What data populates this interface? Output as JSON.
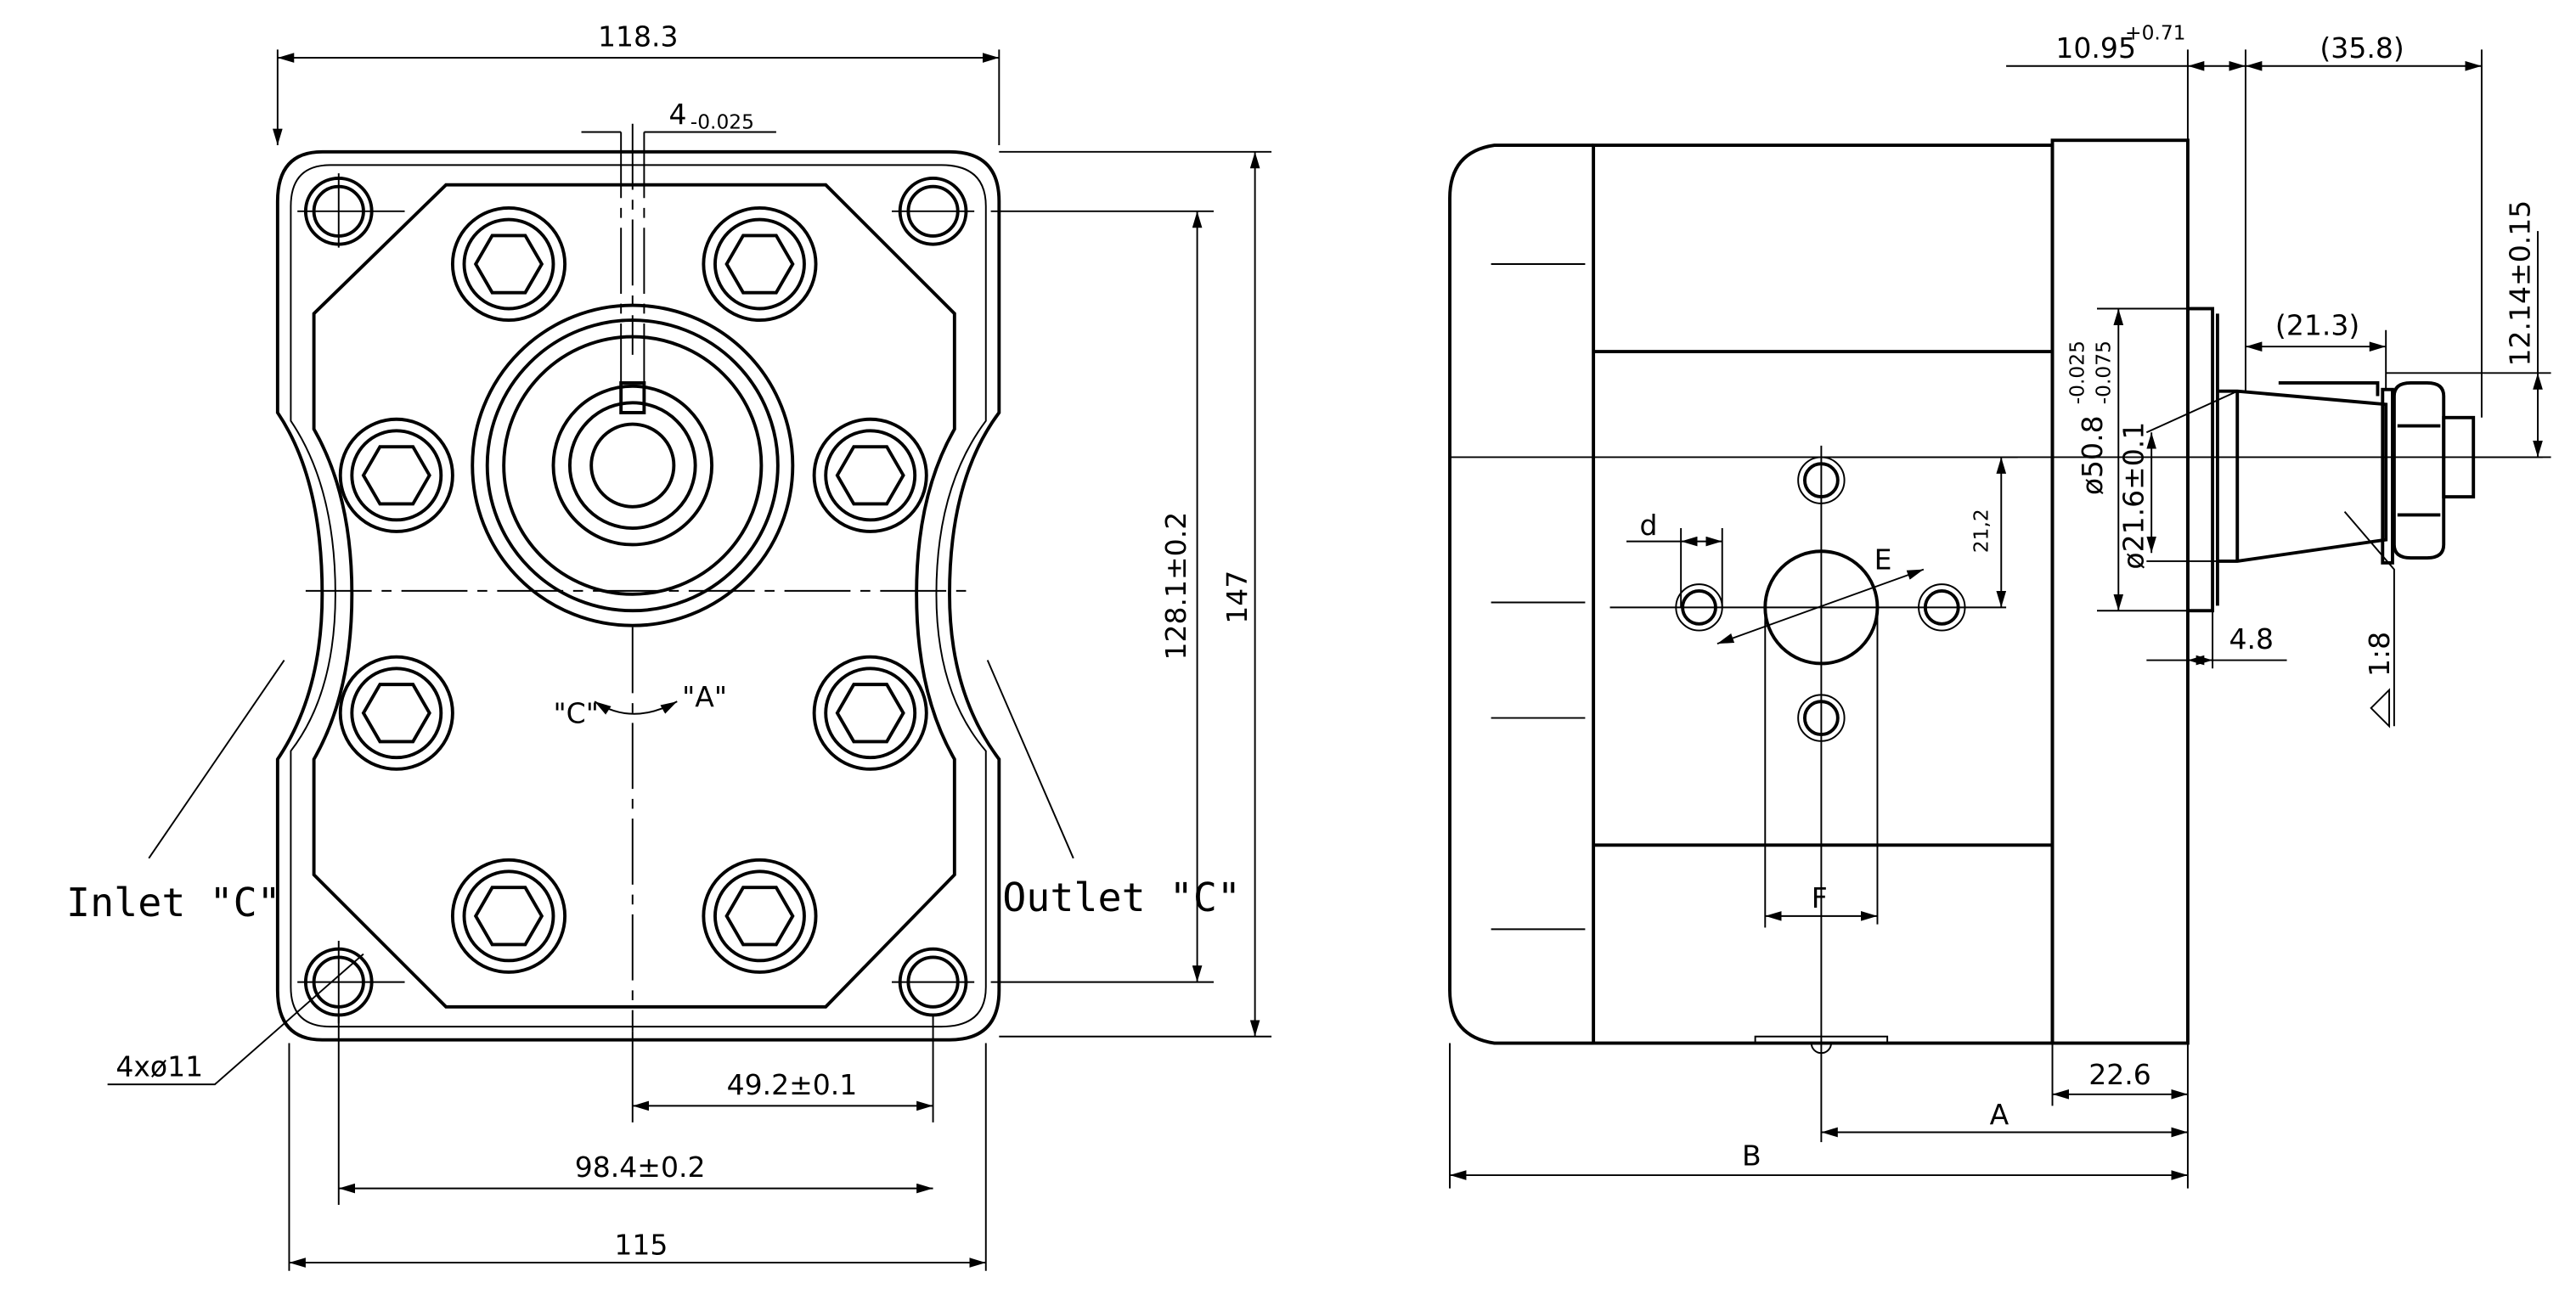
{
  "front_view": {
    "width_top": "118.3",
    "key_width": "4",
    "key_tol": "-0.025",
    "bolt_height": "128.1±0.2",
    "height": "147",
    "inlet_label": "Inlet \"C\"",
    "outlet_label": "Outlet \"C\"",
    "holes": "4xø11",
    "half_spacing": "49.2±0.1",
    "spacing": "98.4±0.2",
    "width_bottom": "115",
    "rotation_c": "\"C\"",
    "rotation_a": "\"A\""
  },
  "side_view": {
    "flange_thickness": "10.95",
    "flange_tol": "+0.71",
    "shaft_length": "(35.8)",
    "shaft_offset": "12.14±0.15",
    "taper_length": "(21.3)",
    "pilot_dia": "ø50.8",
    "pilot_tol_upper": "-0.025",
    "pilot_tol_lower": "-0.075",
    "shaft_dia": "ø21.6±0.1",
    "port_d": "d",
    "port_e": "E",
    "port_offset": "21,2",
    "pilot_depth": "4.8",
    "taper": "1:8",
    "port_f": "F",
    "dim_a": "A",
    "dim_22_6": "22.6",
    "dim_b": "B"
  }
}
